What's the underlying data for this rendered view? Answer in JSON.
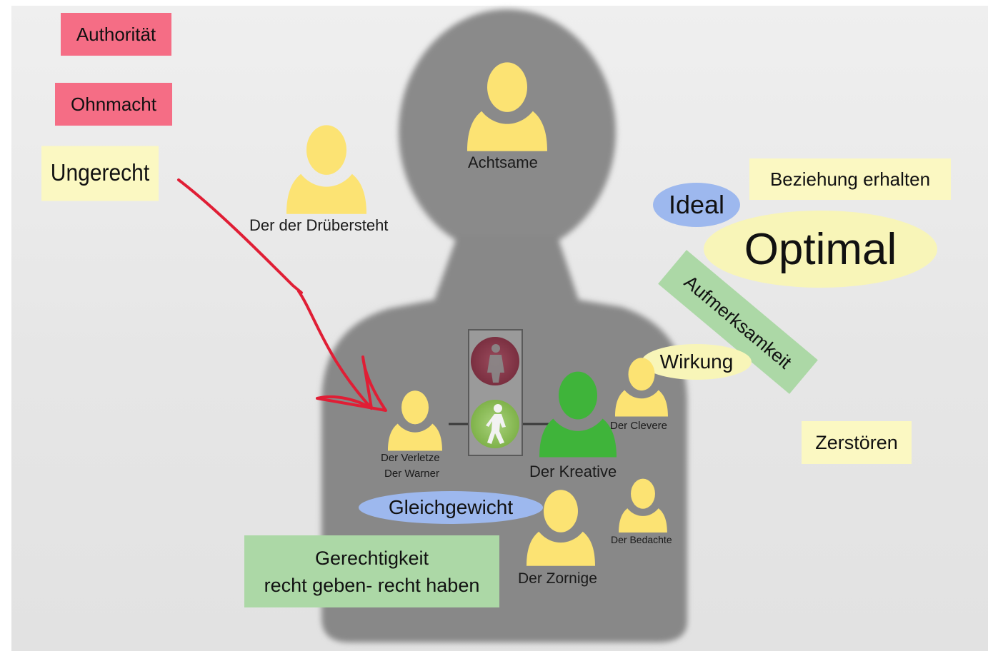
{
  "sticky_notes": {
    "authoritaet": "Authorität",
    "ohnmacht": "Ohnmacht",
    "ungerecht": "Ungerecht",
    "beziehung": "Beziehung erhalten",
    "zerstoeren": "Zerstören",
    "aufmerksamkeit": "Aufmerksamkeit",
    "gerechtigkeit_line1": "Gerechtigkeit",
    "gerechtigkeit_line2": "recht geben- recht haben"
  },
  "bubbles": {
    "ideal": "Ideal",
    "optimal": "Optimal",
    "wirkung": "Wirkung",
    "gleichgewicht": "Gleichgewicht"
  },
  "figures": {
    "achtsame": "Achtsame",
    "drueber": "Der der Drübersteht",
    "verletze": "Der Verletze",
    "warner": "Der Warner",
    "kreative": "Der Kreative",
    "clevere": "Der Clevere",
    "bedachte": "Der Bedachte",
    "zornige": "Der Zornige"
  },
  "colors": {
    "silhouette": "#8c8c8c",
    "person_yellow": "#fce373",
    "person_green": "#3fb43a",
    "arrow_red": "#e01e35",
    "note_red": "#f56d85",
    "note_yellow": "#fbf8c2",
    "note_green": "#acd8a6",
    "bubble_blue": "#9db8ee",
    "bubble_yellow": "#f8f5b8"
  }
}
